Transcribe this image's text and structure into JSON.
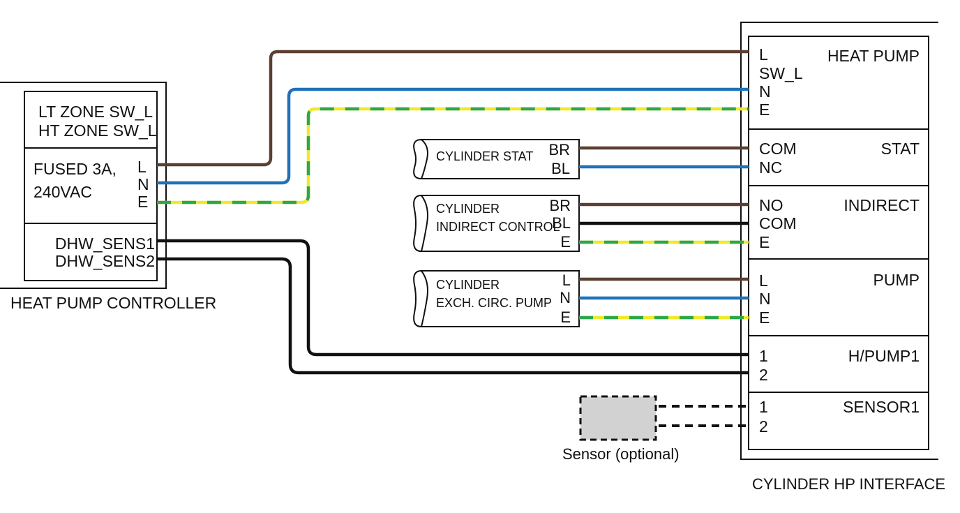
{
  "colors": {
    "brown": "#5a4032",
    "blue": "#1f72b8",
    "earth_yellow": "#f0e92a",
    "earth_green": "#2ca84a",
    "black": "#111111",
    "sensor_fill": "#d2d2d2"
  },
  "controller": {
    "title": "HEAT PUMP CONTROLLER",
    "zone_lines": [
      "LT ZONE SW_L",
      "HT ZONE SW_L"
    ],
    "fused_lines": [
      "FUSED 3A,",
      "240VAC"
    ],
    "terminals": [
      "L",
      "N",
      "E"
    ],
    "sensor_terminals": [
      "DHW_SENS1",
      "DHW_SENS2"
    ]
  },
  "interface": {
    "title": "CYLINDER HP INTERFACE",
    "sections": [
      {
        "name": "HEAT PUMP",
        "terminals": [
          "L",
          "SW_L",
          "N",
          "E"
        ]
      },
      {
        "name": "STAT",
        "terminals": [
          "COM",
          "NC"
        ]
      },
      {
        "name": "INDIRECT",
        "terminals": [
          "NO",
          "COM",
          "E"
        ]
      },
      {
        "name": "PUMP",
        "terminals": [
          "L",
          "N",
          "E"
        ]
      },
      {
        "name": "H/PUMP1",
        "terminals": [
          "1",
          "2"
        ]
      },
      {
        "name": "SENSOR1",
        "terminals": [
          "1",
          "2"
        ]
      }
    ]
  },
  "cables": [
    {
      "lines": [
        "CYLINDER STAT"
      ],
      "terminals": [
        "BR",
        "BL"
      ]
    },
    {
      "lines": [
        "CYLINDER",
        "INDIRECT CONTROL"
      ],
      "terminals": [
        "BR",
        "BL",
        "E"
      ]
    },
    {
      "lines": [
        "CYLINDER",
        "EXCH. CIRC. PUMP"
      ],
      "terminals": [
        "L",
        "N",
        "E"
      ]
    }
  ],
  "sensor": {
    "label": "Sensor (optional)"
  }
}
